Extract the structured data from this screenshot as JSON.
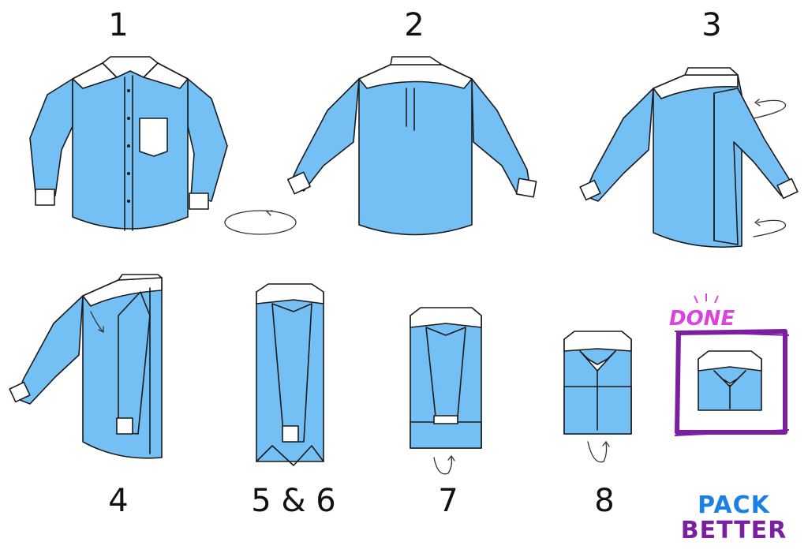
{
  "steps": [
    {
      "label": "1"
    },
    {
      "label": "2"
    },
    {
      "label": "3"
    },
    {
      "label": "4"
    },
    {
      "label": "5 & 6"
    },
    {
      "label": "7"
    },
    {
      "label": "8"
    }
  ],
  "done": {
    "label": "DONE"
  },
  "brand": {
    "line1": "PACK",
    "line2": "BETTER"
  },
  "colors": {
    "shirt_blue": "#74c0f5",
    "collar_white": "#ffffff",
    "frame_purple": "#7a1fa2",
    "done_pink": "#d943e0",
    "brand_blue": "#1a7fe6",
    "brand_purple": "#7a1fa2"
  }
}
